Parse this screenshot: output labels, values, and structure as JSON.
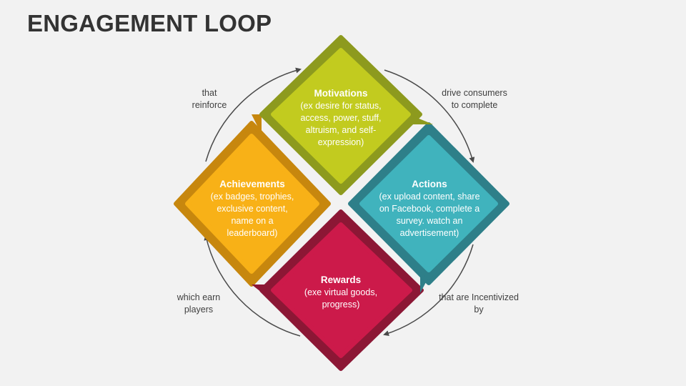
{
  "title": "ENGAGEMENT LOOP",
  "colors": {
    "motivations": "#c2cb1f",
    "motivations_dark": "#8d9a1e",
    "actions": "#40b3bd",
    "actions_dark": "#2e7f89",
    "rewards": "#cc1a4a",
    "rewards_dark": "#8c1735",
    "achievements": "#f8b117",
    "achievements_dark": "#c7870e",
    "arrow": "#4a4a4a"
  },
  "stages": {
    "motivations": {
      "heading": "Motivations",
      "body": "(ex desire for status, access, power, stuff, altruism, and self-expression)"
    },
    "actions": {
      "heading": "Actions",
      "body": "(ex upload content, share on Facebook, complete a survey. watch an advertisement)"
    },
    "rewards": {
      "heading": "Rewards",
      "body": "(exe virtual goods, progress)"
    },
    "achievements": {
      "heading": "Achievements",
      "body": "(ex badges, trophies, exclusive content, name on a leaderboard)"
    }
  },
  "connectors": {
    "top_left": "that reinforce",
    "top_right": "drive consumers to complete",
    "bottom_right": "that are Incentivized by",
    "bottom_left": "which earn players"
  }
}
